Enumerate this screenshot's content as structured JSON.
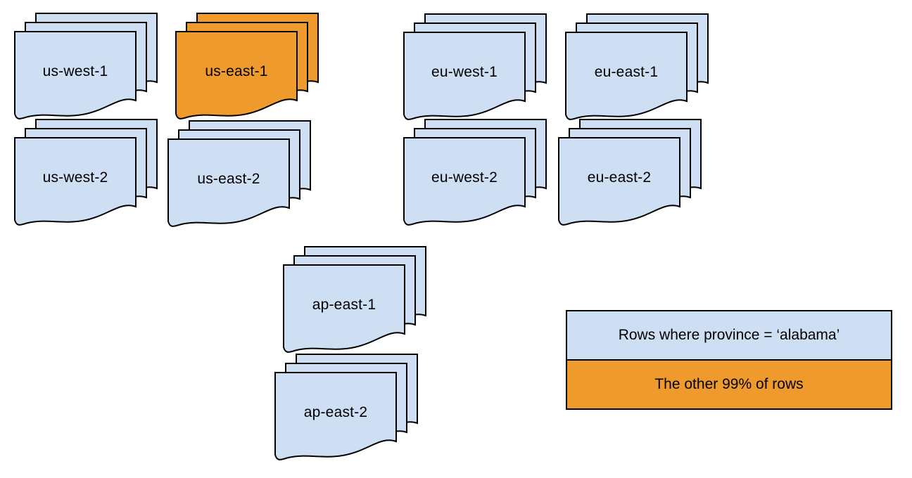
{
  "colors": {
    "blue": "#cfdff3",
    "orange": "#ef9a2d",
    "stroke": "#000000",
    "text": "#000000",
    "bg": "#ffffff"
  },
  "stacks": [
    {
      "label": "us-west-1",
      "variant": "blue"
    },
    {
      "label": "us-east-1",
      "variant": "orange"
    },
    {
      "label": "eu-west-1",
      "variant": "blue"
    },
    {
      "label": "eu-east-1",
      "variant": "blue"
    },
    {
      "label": "us-west-2",
      "variant": "blue"
    },
    {
      "label": "us-east-2",
      "variant": "blue"
    },
    {
      "label": "eu-west-2",
      "variant": "blue"
    },
    {
      "label": "eu-east-2",
      "variant": "blue"
    },
    {
      "label": "ap-east-1",
      "variant": "blue"
    },
    {
      "label": "ap-east-2",
      "variant": "blue"
    }
  ],
  "legend": {
    "items": [
      {
        "label": "Rows where province = ‘alabama’",
        "color": "#cfdff3"
      },
      {
        "label": "The other 99% of rows",
        "color": "#ef9a2d"
      }
    ]
  }
}
